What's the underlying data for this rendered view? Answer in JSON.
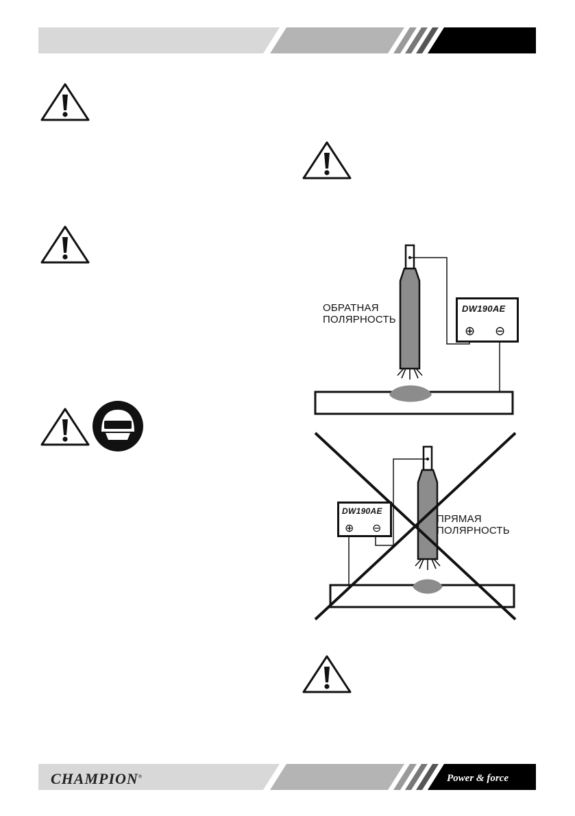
{
  "header": {
    "decor": "stripe-band"
  },
  "icons": [
    "warning-triangle-icon",
    "safety-helmet-icon"
  ],
  "diagram_top": {
    "label_line1": "ОБРАТНАЯ",
    "label_line2": "ПОЛЯРНОСТЬ",
    "model": "DW190AE",
    "plus": "⊕",
    "minus": "⊖"
  },
  "diagram_bottom": {
    "label_line1": "ПРЯМАЯ",
    "label_line2": "ПОЛЯРНОСТЬ",
    "model": "DW190AE",
    "plus": "⊕",
    "minus": "⊖"
  },
  "footer": {
    "brand": "CHAMPION",
    "brand_mark": "®",
    "tagline": "Power & force"
  }
}
